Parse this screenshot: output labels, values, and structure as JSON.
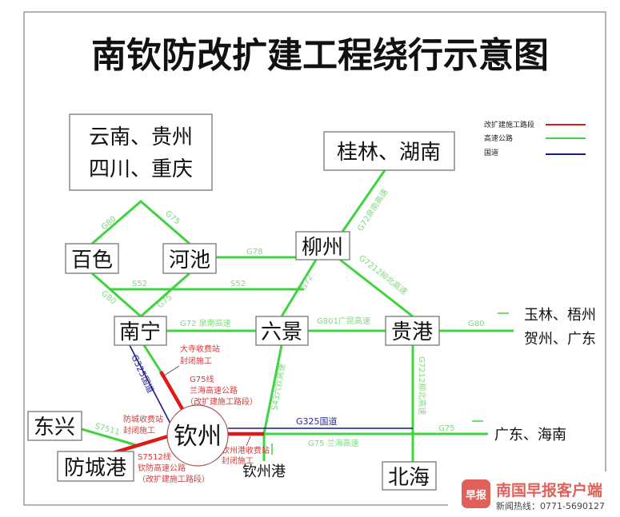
{
  "title": "南钦防改扩建工程绕行示意图",
  "legend": [
    {
      "label": "改扩建施工路段",
      "color": "#e01818"
    },
    {
      "label": "高速公路",
      "color": "#3fd43f"
    },
    {
      "label": "国道",
      "color": "#1a1a8a"
    }
  ],
  "regions": {
    "southwest_line1": "云南、贵州",
    "southwest_line2": "四川、重庆",
    "north": "桂林、湖南",
    "east_line1": "玉林、梧州",
    "east_line2": "贺州、广东",
    "southeast": "广东、海南"
  },
  "cities": {
    "baise": "百色",
    "hechi": "河池",
    "liuzhou": "柳州",
    "nanning": "南宁",
    "liujing": "六景",
    "guigang": "贵港",
    "beihai": "北海",
    "qinzhou": "钦州",
    "dongxing": "东兴",
    "fangchenggang": "防城港",
    "qinzhougang": "钦州港"
  },
  "roads": {
    "g80_a": "G80",
    "g75_a": "G75",
    "g78": "G78",
    "s52_a": "S52",
    "s52_b": "S52",
    "g80_b": "G80",
    "g75_b": "G75",
    "g72_liujing": "G72",
    "g72_north": "G72泉南高速",
    "g7212_a": "G7212柳北高速",
    "g72_nanning": "G72 泉南高速",
    "g801": "G801广昆高速",
    "g80_east": "G80",
    "g7212_b": "G7212柳北高速",
    "g325_a": "G325国道",
    "g325_b": "G325国道",
    "s43": "S43六钦高速",
    "g75_east": "G75",
    "g75_lanhai": "G75 兰海高速",
    "s7511": "S7511"
  },
  "notes": {
    "dasi_1": "大寺收费站",
    "dasi_2": "封闭施工",
    "g75_1": "G75线",
    "g75_2": "兰海高速公路",
    "g75_3": "（改扩建施工路段）",
    "fangcheng_1": "防城收费站",
    "fangcheng_2": "封闭施工",
    "s7512_1": "S7512线",
    "s7512_2": "钦防高速公路",
    "s7512_3": "（改扩建施工路段）",
    "qzg_1": "钦州港收费站",
    "qzg_2": "封闭施工"
  },
  "watermark": {
    "logo": "早报",
    "name": "南国早报客户端",
    "hotline": "新闻热线：0771-5690127"
  }
}
